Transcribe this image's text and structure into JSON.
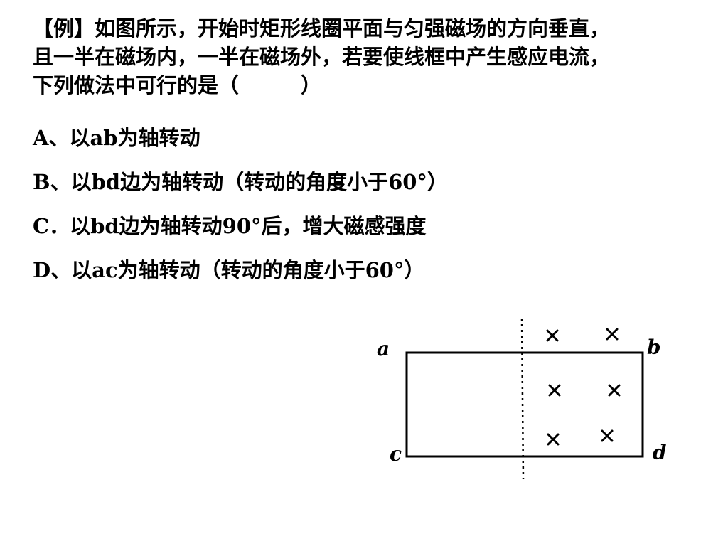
{
  "question": {
    "lines": [
      "【例】如图所示，开始时矩形线圈平面与匀强磁场的方向垂直，",
      "且一半在磁场内，一半在磁场外，若要使线框中产生感应电流，",
      "下列做法中可行的是（　　　）"
    ]
  },
  "options": [
    "A、以ab为轴转动",
    "B、以bd边为轴转动（转动的角度小于60°）",
    "C．以bd边为轴转动90°后，增大磁感强度",
    "D、以ac为轴转动（转动的角度小于60°）"
  ],
  "figure": {
    "labels": {
      "a": "a",
      "b": "b",
      "c": "c",
      "d": "d"
    },
    "field_marker": "×"
  }
}
